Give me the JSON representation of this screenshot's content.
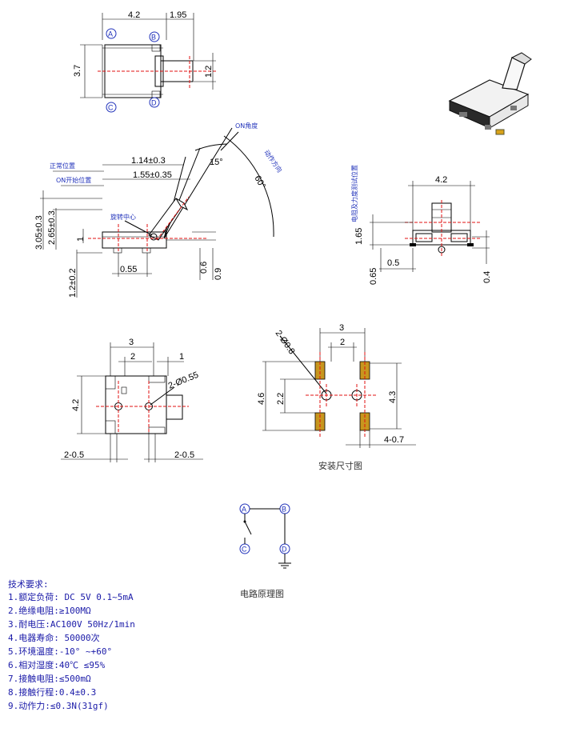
{
  "top_view": {
    "dim_width": "4.2",
    "dim_lever": "1.95",
    "dim_height": "3.7",
    "dim_lever_h": "1.2",
    "pin_a": "A",
    "pin_b": "B",
    "pin_c": "C",
    "pin_d": "D"
  },
  "side_view": {
    "label_normal_pos": "正常位置",
    "label_on_start": "ON开始位置",
    "label_on_angle": "ON角度",
    "label_direction": "动作方向",
    "label_rotation_center": "旋转中心",
    "dim_a": "1.14±0.3",
    "dim_b": "1.55±0.35",
    "dim_angle_15": "15°",
    "dim_angle_60": "60°",
    "dim_305": "3.05±0.3",
    "dim_265": "2.65±0.3",
    "dim_1": "1",
    "dim_055": "0.55",
    "dim_06": "0.6",
    "dim_09": "0.9",
    "dim_12": "1.2±0.2"
  },
  "front_view": {
    "label_vertical": "电阻及力度测试位置",
    "dim_42": "4.2",
    "dim_165": "1.65",
    "dim_05": "0.5",
    "dim_065": "0.65",
    "dim_04": "0.4"
  },
  "bottom_view": {
    "dim_3": "3",
    "dim_2": "2",
    "dim_1": "1",
    "dim_42": "4.2",
    "dim_hole": "2-Ø0.55",
    "dim_pin_left": "2-0.5",
    "dim_pin_right": "2-0.5"
  },
  "footprint": {
    "caption": "安装尺寸图",
    "dim_hole": "2-Ø0.8",
    "dim_3": "3",
    "dim_2": "2",
    "dim_46": "4.6",
    "dim_22": "2.2",
    "dim_43": "4.3",
    "dim_pad": "4-0.7",
    "pad_color": "#c8961e"
  },
  "circuit": {
    "caption": "电路原理图",
    "pin_a": "A",
    "pin_b": "B",
    "pin_c": "C",
    "pin_d": "D"
  },
  "specs": {
    "title": "技术要求:",
    "items": [
      "1.额定负荷: DC 5V  0.1~5mA",
      "2.绝缘电阻:≥100MΩ",
      "3.耐电压:AC100V 50Hz/1min",
      "4.电器寿命: 50000次",
      "5.环境温度:-10° ~+60°",
      "6.相对湿度:40℃  ≤95%",
      "7.接触电阻:≤500mΩ",
      "8.接触行程:0.4±0.3",
      "9.动作力:≤0.3N(31gf)"
    ]
  }
}
